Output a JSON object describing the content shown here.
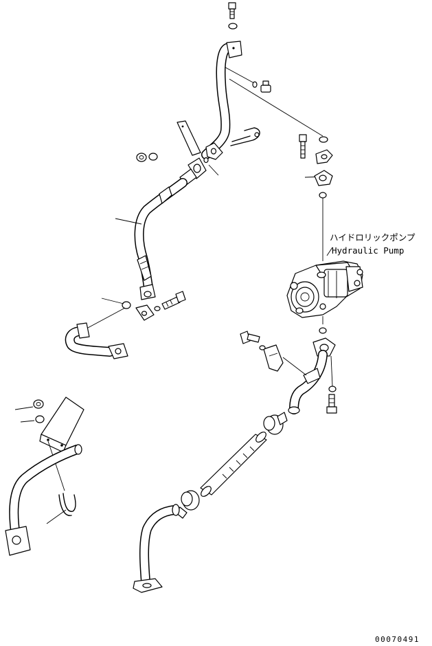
{
  "callouts": {
    "hydraulic_pump_jp": "ハイドロリックポンプ",
    "hydraulic_pump_en": "Hydraulic Pump"
  },
  "drawing_number": "00070491"
}
